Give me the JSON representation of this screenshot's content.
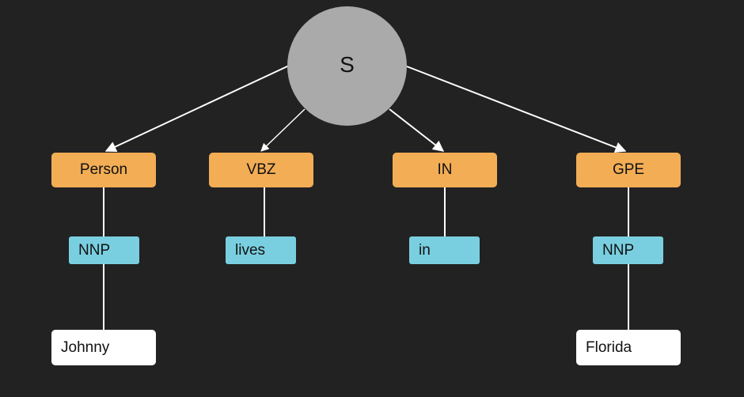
{
  "diagram": {
    "root": {
      "label": "S"
    },
    "branches": [
      {
        "tag": "Person",
        "pos": "NNP",
        "word": "Johnny"
      },
      {
        "tag": "VBZ",
        "pos": "lives",
        "word": ""
      },
      {
        "tag": "IN",
        "pos": "in",
        "word": ""
      },
      {
        "tag": "GPE",
        "pos": "NNP",
        "word": "Florida"
      }
    ]
  },
  "colors": {
    "background": "#222222",
    "root": "#aaaaaa",
    "tag": "#f2ad55",
    "pos": "#79cfe0",
    "word": "#ffffff",
    "edge": "#ffffff"
  }
}
